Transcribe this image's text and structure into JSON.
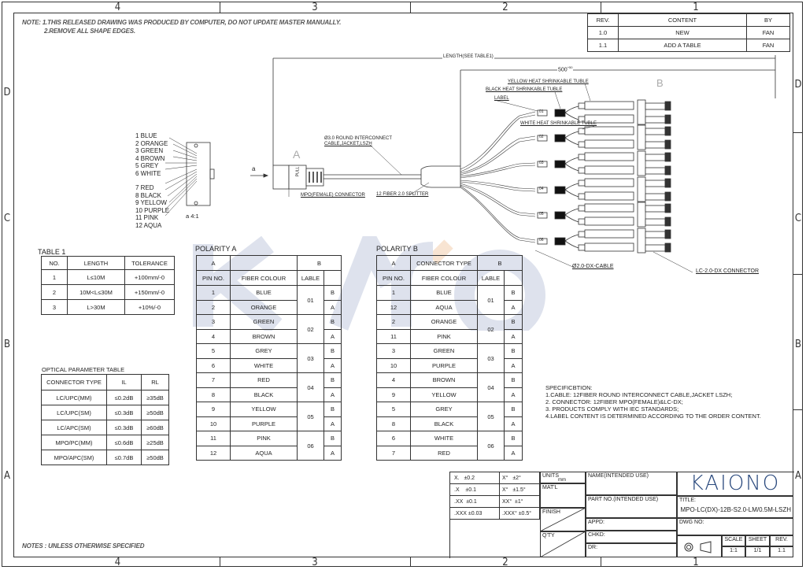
{
  "drawing": {
    "zones_top": [
      "4",
      "3",
      "2",
      "1"
    ],
    "zones_bottom": [
      "4",
      "3",
      "2",
      "1"
    ],
    "zones_side": [
      "D",
      "C",
      "B",
      "A"
    ],
    "notes_top": [
      "NOTE: 1.THIS RELEASED DRAWING WAS PRODUCED BY COMPUTER, DO NOT UPDATE MASTER MANUALLY.",
      "2.REMOVE ALL SHAPE EDGES."
    ],
    "notes_bottom": "NOTES : UNLESS OTHERWISE SPECIFIED"
  },
  "revision_table": {
    "headers": [
      "REV.",
      "CONTENT",
      "BY"
    ],
    "rows": [
      [
        "1.0",
        "NEW",
        "FAN"
      ],
      [
        "1.1",
        "ADD A TABLE",
        "FAN"
      ]
    ]
  },
  "pin_legend": {
    "items": [
      "1 BLUE",
      "2 ORANGE",
      "3 GREEN",
      "4 BROWN",
      "5 GREY",
      "6 WHITE",
      "7 RED",
      "8 BLACK",
      "9 YELLOW",
      "10 PURPLE",
      "11 PINK",
      "12 AQUA"
    ],
    "scale_label": "a 4:1",
    "view_label": "a"
  },
  "assembly": {
    "end_a": "A",
    "end_b": "B",
    "length_label": "LENGTH(SEE TABLE1)",
    "breakout_length": "500",
    "breakout_tol_upper": "+50",
    "breakout_tol_lower": "0",
    "callouts": {
      "yellow_tube": "YELLOW HEAT SHRINKABLE TUBLE",
      "black_tube": "BLACK HEAT SHRINKABLE TUBLE",
      "label": "LABEL",
      "white_tube": "WHITE HEAT SHRINKABLE TUBLE",
      "cable": "Ø3.0 ROUND INTERCONNECT",
      "cable_2": "CABLE,JACKET,LSZH",
      "mpo": "MPO(FEMALE) CONNECTOR",
      "splitter": "12 FIBER 2.0 SPLITTER",
      "dx_cable": "Ø2.0-DX-CABLE",
      "lc_connector": "LC-2.0-DX CONNECTOR",
      "pull": "PULL"
    },
    "leg_labels": [
      "01",
      "02",
      "03",
      "04",
      "05",
      "06"
    ]
  },
  "table1": {
    "title": "TABLE 1",
    "headers": [
      "NO.",
      "LENGTH",
      "TOLERANCE"
    ],
    "rows": [
      [
        "1",
        "L≤10M",
        "+100mm/-0"
      ],
      [
        "2",
        "10M<L≤30M",
        "+150mm/-0"
      ],
      [
        "3",
        "L>30M",
        "+10%/-0"
      ]
    ]
  },
  "optical_table": {
    "title": "OPTICAL PARAMETER TABLE",
    "headers": [
      "CONNECTOR TYPE",
      "IL",
      "RL"
    ],
    "rows": [
      [
        "LC/UPC(MM)",
        "≤0.2dB",
        "≥35dB"
      ],
      [
        "LC/UPC(SM)",
        "≤0.3dB",
        "≥50dB"
      ],
      [
        "LC/APC(SM)",
        "≤0.3dB",
        "≥60dB"
      ],
      [
        "MPO/PC(MM)",
        "≤0.6dB",
        "≥25dB"
      ],
      [
        "MPO/APC(SM)",
        "≤0.7dB",
        "≥50dB"
      ]
    ]
  },
  "polarity_a": {
    "title": "POLARITY A",
    "header1": [
      "A",
      "",
      "B"
    ],
    "header2": [
      "PIN NO.",
      "FIBER COLOUR",
      "LABLE",
      ""
    ],
    "rows": [
      {
        "pin": "1",
        "colour": "BLUE",
        "hex": "#1a2fbf",
        "label": "01",
        "side": "B"
      },
      {
        "pin": "2",
        "colour": "ORANGE",
        "hex": "#e8801e",
        "label": "01",
        "side": "A"
      },
      {
        "pin": "3",
        "colour": "GREEN",
        "hex": "#2ecc2e",
        "label": "02",
        "side": "B"
      },
      {
        "pin": "4",
        "colour": "BROWN",
        "hex": "#b8661e",
        "label": "02",
        "side": "A"
      },
      {
        "pin": "5",
        "colour": "GREY",
        "hex": "#d0d0d0",
        "label": "03",
        "side": "B"
      },
      {
        "pin": "6",
        "colour": "WHITE",
        "hex": "#ffffff",
        "label": "03",
        "side": "A"
      },
      {
        "pin": "7",
        "colour": "RED",
        "hex": "#e01a1a",
        "label": "04",
        "side": "B"
      },
      {
        "pin": "8",
        "colour": "BLACK",
        "hex": "#111111",
        "label": "04",
        "side": "A"
      },
      {
        "pin": "9",
        "colour": "YELLOW",
        "hex": "#f0e81a",
        "label": "05",
        "side": "B"
      },
      {
        "pin": "10",
        "colour": "PURPLE",
        "hex": "#3a1ac8",
        "label": "05",
        "side": "A"
      },
      {
        "pin": "11",
        "colour": "PINK",
        "hex": "#d890e0",
        "label": "06",
        "side": "B"
      },
      {
        "pin": "12",
        "colour": "AQUA",
        "hex": "#20d0e0",
        "label": "06",
        "side": "A"
      }
    ],
    "labels": [
      "01",
      "02",
      "03",
      "04",
      "05",
      "06"
    ]
  },
  "polarity_b": {
    "title": "POLARITY B",
    "header1": [
      "A",
      "CONNECTOR TYPE",
      "B"
    ],
    "header2": [
      "PIN NO.",
      "FIBER COLOUR",
      "LABLE",
      ""
    ],
    "rows": [
      {
        "pin": "1",
        "colour": "BLUE",
        "hex": "#1a2fbf",
        "side": "B"
      },
      {
        "pin": "12",
        "colour": "AQUA",
        "hex": "#20d0e0",
        "side": "A"
      },
      {
        "pin": "2",
        "colour": "ORANGE",
        "hex": "#e8801e",
        "side": "B"
      },
      {
        "pin": "11",
        "colour": "PINK",
        "hex": "#d890e0",
        "side": "A"
      },
      {
        "pin": "3",
        "colour": "GREEN",
        "hex": "#2ecc2e",
        "side": "B"
      },
      {
        "pin": "10",
        "colour": "PURPLE",
        "hex": "#3a1ac8",
        "side": "A"
      },
      {
        "pin": "4",
        "colour": "BROWN",
        "hex": "#b8661e",
        "side": "B"
      },
      {
        "pin": "9",
        "colour": "YELLOW",
        "hex": "#f0e81a",
        "side": "A"
      },
      {
        "pin": "5",
        "colour": "GREY",
        "hex": "#d0d0d0",
        "side": "B"
      },
      {
        "pin": "8",
        "colour": "BLACK",
        "hex": "#111111",
        "side": "A"
      },
      {
        "pin": "6",
        "colour": "WHITE",
        "hex": "#ffffff",
        "side": "B"
      },
      {
        "pin": "7",
        "colour": "RED",
        "hex": "#e01a1a",
        "side": "A"
      }
    ],
    "labels": [
      "01",
      "02",
      "03",
      "04",
      "05",
      "06"
    ]
  },
  "specification": {
    "title": "SPECIFICBTION:",
    "lines": [
      "1.CABLE: 12FIBER ROUND  INTERCONNECT CABLE,JACKET LSZH;",
      "2. CONNECTOR:  12FIBER MPO(FEMALE)&LC-DX;",
      "3. PRODUCTS COMPLY WITH   IEC STANDARDS;",
      "4.LABEL CONTENT IS DETERMINED ACCORDING TO  THE  ORDER CONTENT."
    ]
  },
  "title_block": {
    "tolerances": [
      [
        "X.",
        "±0.2",
        "X°",
        "±2°"
      ],
      [
        ".X",
        "±0.1",
        "X°",
        "±1.5°"
      ],
      [
        ".XX",
        "±0.1",
        "XX°",
        "±1°"
      ],
      [
        ".XXX ±0.03",
        "",
        ".XXX° ±0.5°",
        ""
      ]
    ],
    "units_label": "UNITS",
    "units_value": "mm",
    "matl_label": "MAT'L",
    "finish_label": "FINISH",
    "qty_label": "Q'TY",
    "name_label": "NAME(INTENDED USE)",
    "partno_label": "PART NO.(INTENDED USE)",
    "appd_label": "APPD:",
    "chkd_label": "CHKD:",
    "dr_label": "DR:",
    "logo": "KAIONO",
    "title_label": "TITLE:",
    "title_value": "MPO-LC(DX)-12B-S2.0-LM/0.5M-LSZH",
    "dwg_label": "DWG NO:",
    "scale_label": "SCALE",
    "scale_value": "1:1",
    "sheet_label": "SHEET",
    "sheet_value": "1/1",
    "rev_label": "REV.",
    "rev_value": "1.1"
  },
  "watermark": "KAIONO",
  "colors": {
    "brand": "#2b4a7e",
    "watermark": "#8a9ac0",
    "line": "#333333"
  }
}
